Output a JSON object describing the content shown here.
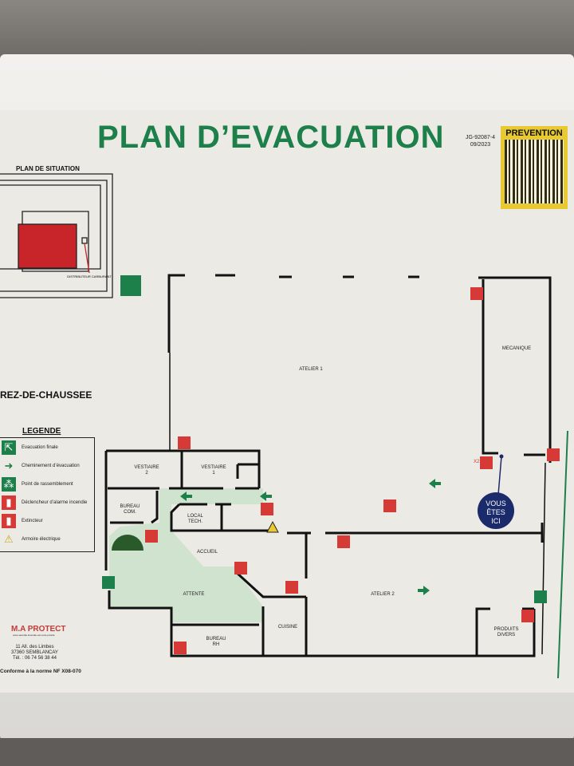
{
  "title": "PLAN D’EVACUATION",
  "reference": {
    "code": "JG-92087-4",
    "date": "09/2023"
  },
  "qr": {
    "label": "PREVENTION"
  },
  "situation": {
    "title": "PLAN DE SITUATION",
    "callout": "DISTRIBUTEUR CARBURANT"
  },
  "level": "REZ-DE-CHAUSSEE",
  "legend": {
    "title": "LEGENDE",
    "items": [
      {
        "icon": "emergency-exit-icon",
        "label": "Evacuation finale"
      },
      {
        "icon": "arrow-right-icon",
        "label": "Cheminement d’évacuation"
      },
      {
        "icon": "assembly-point-icon",
        "label": "Point de rassemblement"
      },
      {
        "icon": "fire-alarm-icon",
        "label": "Déclencheur d’alarme incendie"
      },
      {
        "icon": "extinguisher-icon",
        "label": "Extincteur"
      },
      {
        "icon": "electrical-hazard-icon",
        "label": "Armoire électrique"
      }
    ]
  },
  "rooms": {
    "atelier1": "ATELIER 1",
    "mecanique": "MECANIQUE",
    "vestiaire2": [
      "VESTIAIRE",
      "2"
    ],
    "vestiaire1": [
      "VESTIAIRE",
      "1"
    ],
    "bureau_com": [
      "BUREAU",
      "COM."
    ],
    "local_tech": [
      "LOCAL",
      "TECH."
    ],
    "accueil": "ACCUEIL",
    "attente": "ATTENTE",
    "bureau_rh": [
      "BUREAU",
      "RH"
    ],
    "cuisine": "CUISINE",
    "atelier2": "ATELIER 2",
    "produits": [
      "PRODUITS",
      "DIVERS"
    ]
  },
  "you_are_here": [
    "VOUS",
    "ÊTES",
    "ICI"
  ],
  "extinguisher_count": "X2",
  "company": {
    "name": "M.A PROTECT",
    "tagline": "votre sécurité incendie est notre priorité",
    "address": "11 All. des Limbes",
    "city": "37360 SEMBLANCAY",
    "phone": "Tél. : 06 74 56 38 44"
  },
  "norme": "Conforme à la norme NF X08-070",
  "colors": {
    "green": "#1d7f4a",
    "red": "#d63a37",
    "zone": "#cfe3cf",
    "you_are_here": "#1a2a6b",
    "qr_bg": "#e8c931"
  }
}
